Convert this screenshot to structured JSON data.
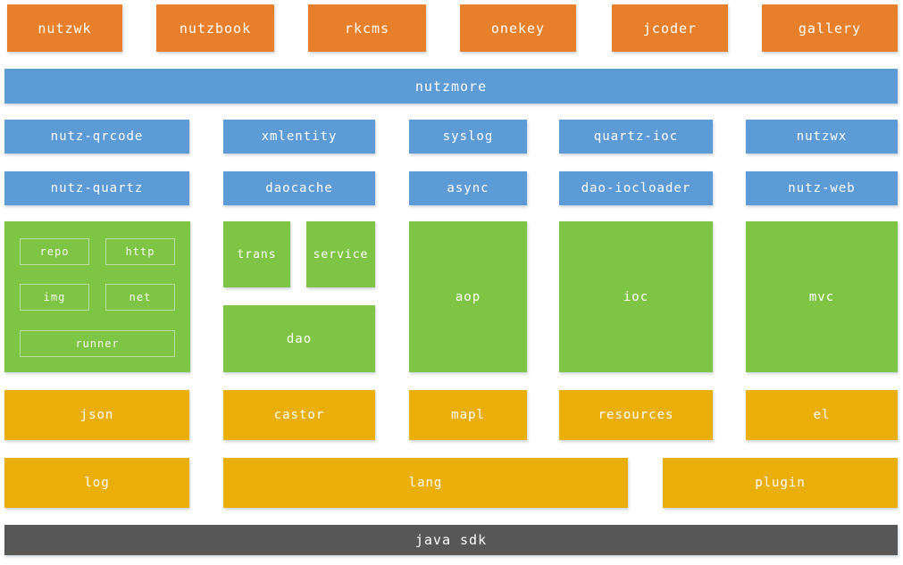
{
  "colors": {
    "orange": "#E8802B",
    "blue": "#5C9BD6",
    "green": "#7EC546",
    "yellow": "#EAAF0A",
    "dark_gray": "#575757",
    "text": "#FFFFFF"
  },
  "apps": {
    "items": [
      "nutzwk",
      "nutzbook",
      "rkcms",
      "onekey",
      "jcoder",
      "gallery"
    ]
  },
  "nutzmore": {
    "label": "nutzmore"
  },
  "plugins": {
    "row1": [
      "nutz-qrcode",
      "xmlentity",
      "syslog",
      "quartz-ioc",
      "nutzwx"
    ],
    "row2": [
      "nutz-quartz",
      "daocache",
      "async",
      "dao-iocloader",
      "nutz-web"
    ]
  },
  "core": {
    "tools": [
      "repo",
      "http",
      "img",
      "net",
      "runner"
    ],
    "trans": "trans",
    "service": "service",
    "dao": "dao",
    "aop": "aop",
    "ioc": "ioc",
    "mvc": "mvc"
  },
  "utils": [
    "json",
    "castor",
    "mapl",
    "resources",
    "el"
  ],
  "base": [
    "log",
    "lang",
    "plugin"
  ],
  "platform": {
    "label": "java sdk"
  }
}
